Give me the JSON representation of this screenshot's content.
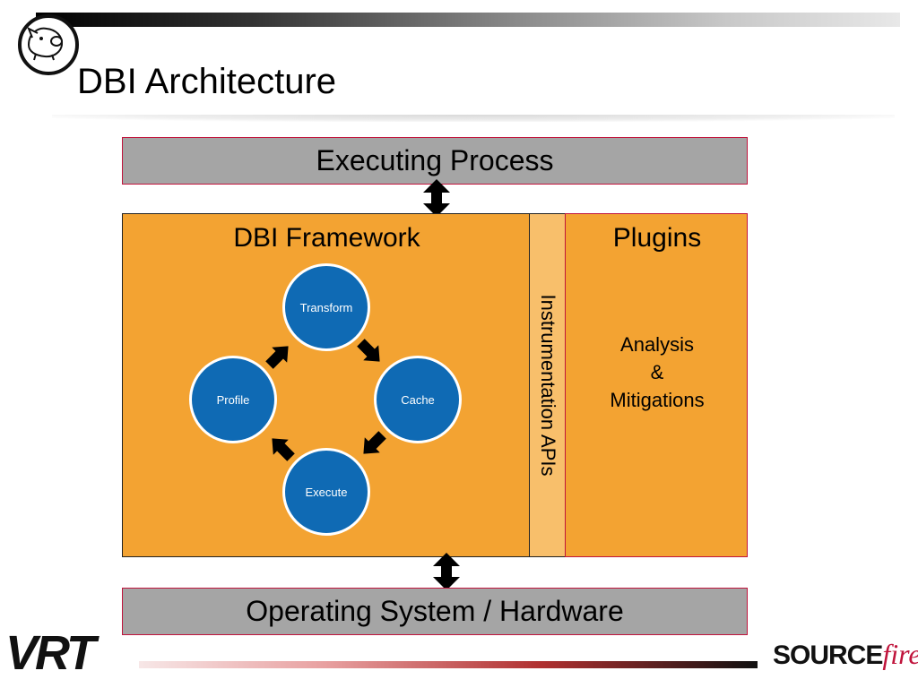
{
  "slide": {
    "title": "DBI Architecture"
  },
  "boxes": {
    "executing_process": "Executing Process",
    "dbi_framework": "DBI Framework",
    "instrumentation": "Instrumentation APIs",
    "plugins": "Plugins",
    "plugins_body": [
      "Analysis",
      "&",
      "Mitigations"
    ],
    "os_hardware": "Operating System / Hardware"
  },
  "cycle": {
    "nodes": [
      "Transform",
      "Cache",
      "Execute",
      "Profile"
    ]
  },
  "logos": {
    "vrt": "VRT",
    "sourcefire_bold": "SOURCE",
    "sourcefire_italic": "fire",
    "sourcefire_mark": "®"
  },
  "colors": {
    "process_gray": "#a5a5a5",
    "framework_orange": "#f3a332",
    "api_orange": "#f8bf6b",
    "node_blue": "#0f6ab4",
    "border_red": "#c0143c"
  }
}
